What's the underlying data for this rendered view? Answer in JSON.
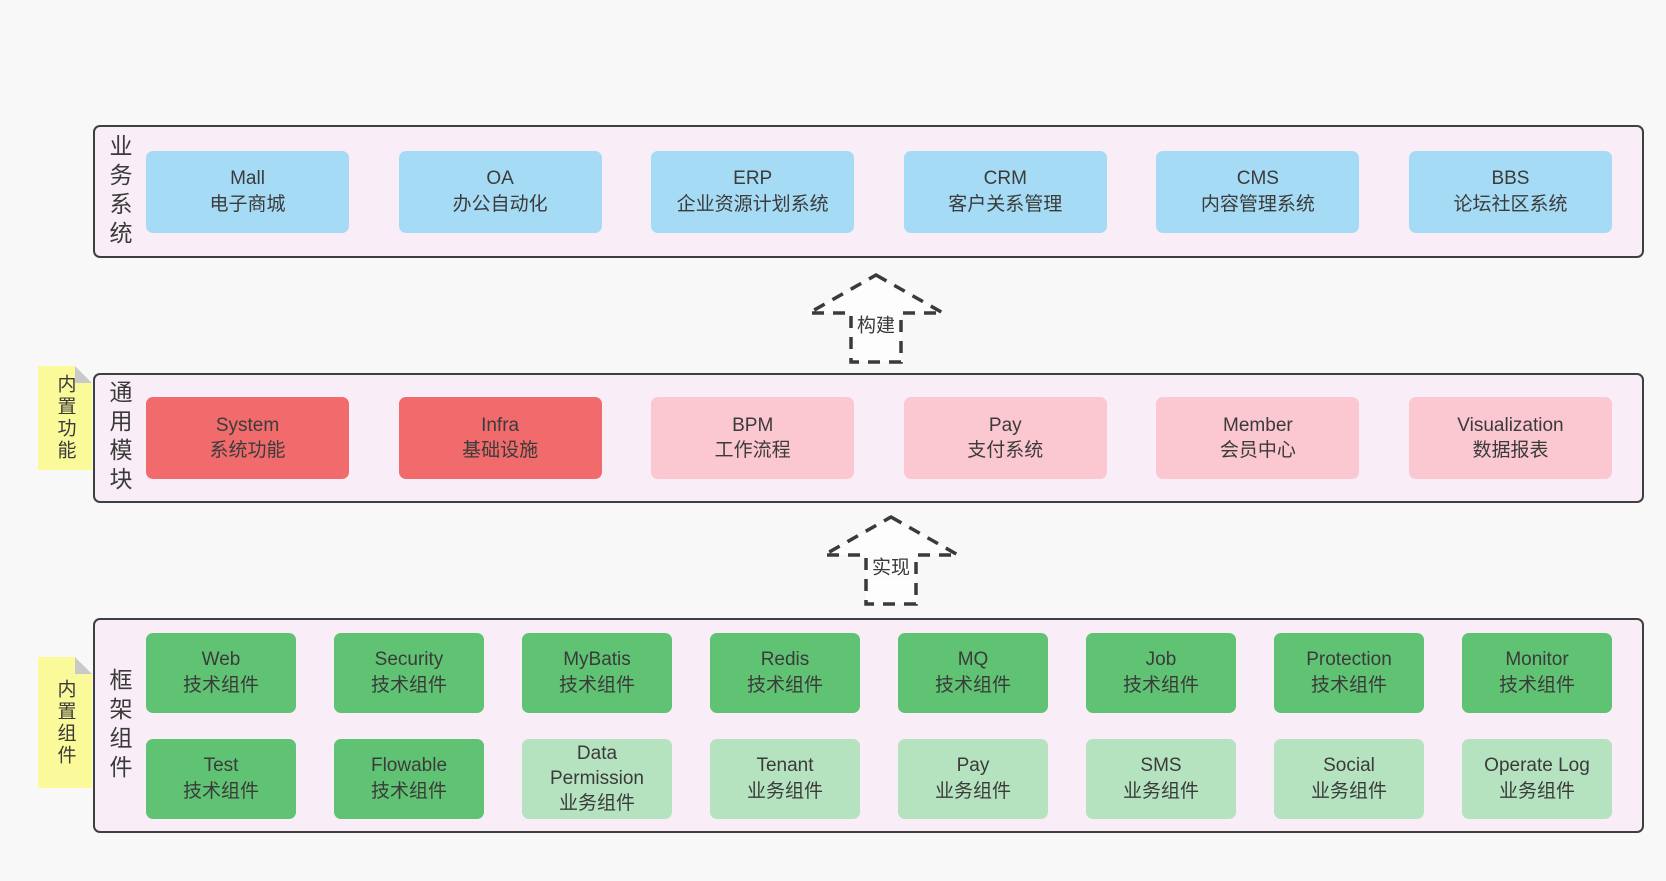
{
  "colors": {
    "page_bg": "#f8f8f8",
    "panel_bg": "#f9edf7",
    "panel_border": "#3f3f3f",
    "blue_box": "#a6dbf5",
    "red_box": "#f16b6c",
    "pink_box": "#fbc7d1",
    "green_box": "#5fc373",
    "light_green_box": "#b5e3c0",
    "note_yellow": "#fafa9b",
    "note_fold_gray": "#c9c9c9",
    "text": "#3a3a3a"
  },
  "arrows": {
    "build_label": "构建",
    "implement_label": "实现"
  },
  "notes": {
    "modules": "内置功能",
    "components": "内置组件"
  },
  "layers": {
    "business": {
      "label": "业务系统",
      "boxes": [
        {
          "name": "Mall",
          "subtitle": "电子商城",
          "variant": "blue"
        },
        {
          "name": "OA",
          "subtitle": "办公自动化",
          "variant": "blue"
        },
        {
          "name": "ERP",
          "subtitle": "企业资源计划系统",
          "variant": "blue"
        },
        {
          "name": "CRM",
          "subtitle": "客户关系管理",
          "variant": "blue"
        },
        {
          "name": "CMS",
          "subtitle": "内容管理系统",
          "variant": "blue"
        },
        {
          "name": "BBS",
          "subtitle": "论坛社区系统",
          "variant": "blue"
        }
      ]
    },
    "modules": {
      "label": "通用模块",
      "boxes": [
        {
          "name": "System",
          "subtitle": "系统功能",
          "variant": "red"
        },
        {
          "name": "Infra",
          "subtitle": "基础设施",
          "variant": "red"
        },
        {
          "name": "BPM",
          "subtitle": "工作流程",
          "variant": "pink"
        },
        {
          "name": "Pay",
          "subtitle": "支付系统",
          "variant": "pink"
        },
        {
          "name": "Member",
          "subtitle": "会员中心",
          "variant": "pink"
        },
        {
          "name": "Visualization",
          "subtitle": "数据报表",
          "variant": "pink"
        }
      ]
    },
    "components": {
      "label": "框架组件",
      "boxes": [
        {
          "name": "Web",
          "subtitle": "技术组件",
          "variant": "green"
        },
        {
          "name": "Security",
          "subtitle": "技术组件",
          "variant": "green"
        },
        {
          "name": "MyBatis",
          "subtitle": "技术组件",
          "variant": "green"
        },
        {
          "name": "Redis",
          "subtitle": "技术组件",
          "variant": "green"
        },
        {
          "name": "MQ",
          "subtitle": "技术组件",
          "variant": "green"
        },
        {
          "name": "Job",
          "subtitle": "技术组件",
          "variant": "green"
        },
        {
          "name": "Protection",
          "subtitle": "技术组件",
          "variant": "green"
        },
        {
          "name": "Monitor",
          "subtitle": "技术组件",
          "variant": "green"
        },
        {
          "name": "Test",
          "subtitle": "技术组件",
          "variant": "green"
        },
        {
          "name": "Flowable",
          "subtitle": "技术组件",
          "variant": "green"
        },
        {
          "name": "Data Permission",
          "subtitle": "业务组件",
          "variant": "lightgreen"
        },
        {
          "name": "Tenant",
          "subtitle": "业务组件",
          "variant": "lightgreen"
        },
        {
          "name": "Pay",
          "subtitle": "业务组件",
          "variant": "lightgreen"
        },
        {
          "name": "SMS",
          "subtitle": "业务组件",
          "variant": "lightgreen"
        },
        {
          "name": "Social",
          "subtitle": "业务组件",
          "variant": "lightgreen"
        },
        {
          "name": "Operate Log",
          "subtitle": "业务组件",
          "variant": "lightgreen"
        }
      ]
    }
  }
}
